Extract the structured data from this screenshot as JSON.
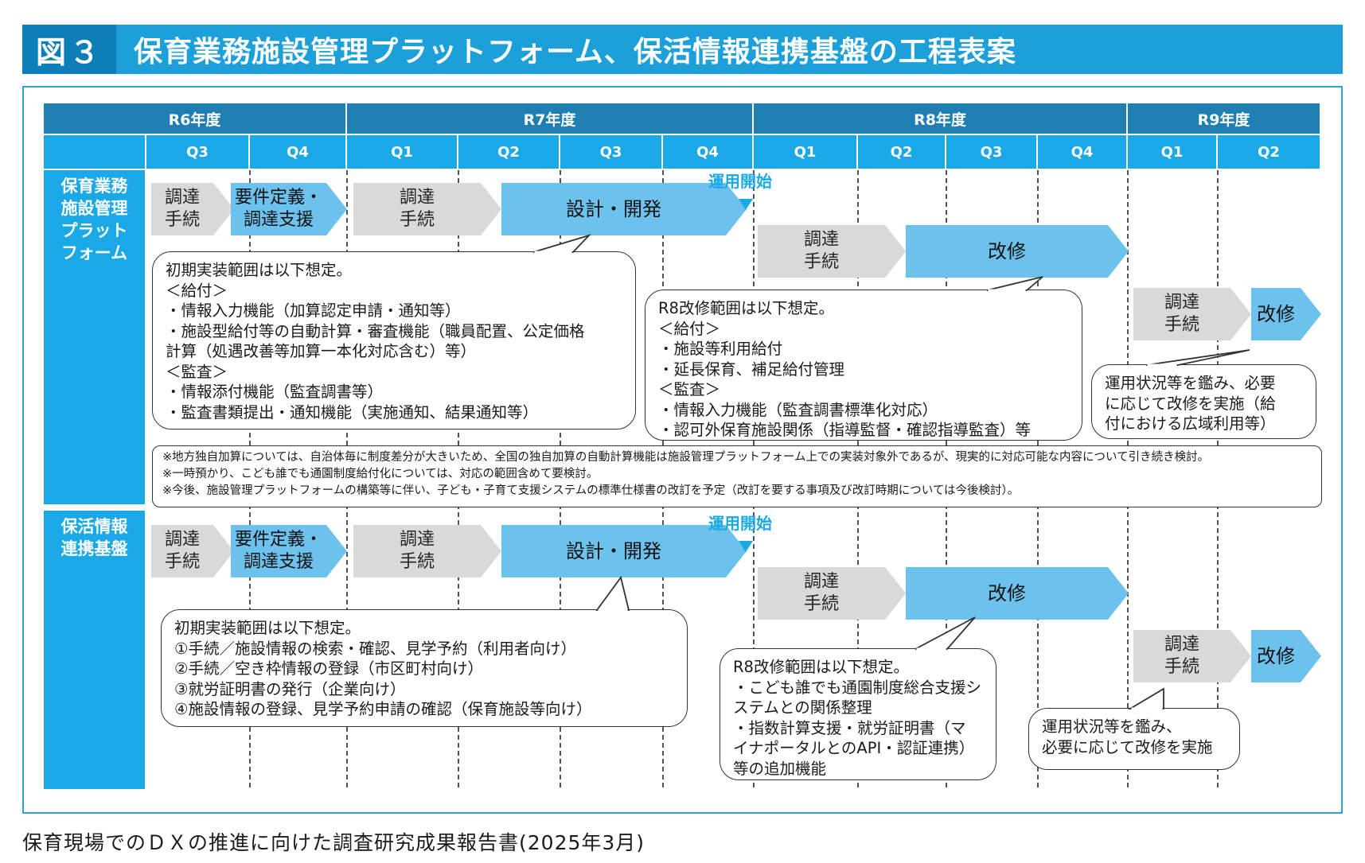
{
  "title": {
    "figure": "図３",
    "text": "保育業務施設管理プラットフォーム、保活情報連携基盤の工程表案"
  },
  "years": [
    "R6年度",
    "R7年度",
    "R8年度",
    "R9年度"
  ],
  "quarters": [
    "Q3",
    "Q4",
    "Q1",
    "Q2",
    "Q3",
    "Q4",
    "Q1",
    "Q2",
    "Q3",
    "Q4",
    "Q1",
    "Q2"
  ],
  "rows": [
    {
      "label": "保育業務\n施設管理\nプラット\nフォーム",
      "milestone": "運用開始",
      "arrows": [
        "調達\n手続",
        "要件定義・\n調達支援",
        "調達\n手続",
        "設計・開発",
        "調達\n手続",
        "改修",
        "調達\n手続",
        "改修"
      ],
      "bubble1": "初期実装範囲は以下想定。\n＜給付＞\n・情報入力機能（加算認定申請・通知等）\n・施設型給付等の自動計算・審査機能（職員配置、公定価格\n計算（処遇改善等加算一本化対応含む）等）\n＜監査＞\n・情報添付機能（監査調書等）\n・監査書類提出・通知機能（実施通知、結果通知等）",
      "bubble2": "R8改修範囲は以下想定。\n＜給付＞\n・施設等利用給付\n・延長保育、補足給付管理\n＜監査＞\n・情報入力機能（監査調書標準化対応）\n・認可外保育施設関係（指導監督・確認指導監査）等",
      "bubble3": "運用状況等を鑑み、必要\nに応じて改修を実施（給\n付における広域利用等）"
    },
    {
      "label": "保活情報\n連携基盤",
      "milestone": "運用開始",
      "arrows": [
        "調達\n手続",
        "要件定義・\n調達支援",
        "調達\n手続",
        "設計・開発",
        "調達\n手続",
        "改修",
        "調達\n手続",
        "改修"
      ],
      "bubble1": "初期実装範囲は以下想定。\n①手続／施設情報の検索・確認、見学予約（利用者向け）\n②手続／空き枠情報の登録（市区町村向け）\n③就労証明書の発行（企業向け）\n④施設情報の登録、見学予約申請の確認（保育施設等向け）",
      "bubble2": "R8改修範囲は以下想定。\n・こども誰でも通園制度総合支援シ\nステムとの関係整理\n・指数計算支援・就労証明書（マ\nイナポータルとのAPI・認証連携）\n等の追加機能",
      "bubble3": "運用状況等を鑑み、\n必要に応じて改修を実施"
    }
  ],
  "notes": [
    "※地方独自加算については、自治体毎に制度差分が大きいため、全国の独自加算の自動計算機能は施設管理プラットフォーム上での実装対象外であるが、現実的に対応可能な内容について引き続き検討。",
    "※一時預かり、こども誰でも通園制度給付化については、対応の範囲含めて要検討。",
    "※今後、施設管理プラットフォームの構築等に伴い、子ども・子育て支援システムの標準仕様書の改訂を予定（改訂を要する事項及び改訂時期については今後検討）。"
  ],
  "source": "保育現場でのＤＸの推進に向けた調査研究成果報告書(2025年3月)"
}
